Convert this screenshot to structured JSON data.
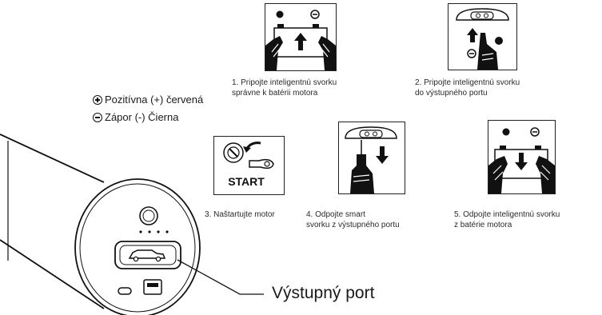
{
  "legend": {
    "positive": "Pozitívna (+) červená",
    "negative": "Zápor (-) Čierna"
  },
  "steps": [
    {
      "caption_line1": "1. Pripojte inteligentnú svorku",
      "caption_line2": "správne k batérii motora"
    },
    {
      "caption_line1": "2. Pripojte inteligentnú svorku",
      "caption_line2": "do výstupného portu"
    },
    {
      "caption_line1": "3. Naštartujte motor",
      "caption_line2": ""
    },
    {
      "caption_line1": "4. Odpojte smart",
      "caption_line2": "svorku z výstupného portu"
    },
    {
      "caption_line1": "5. Odpojte inteligentnú svorku",
      "caption_line2": "z batérie motora"
    }
  ],
  "start_label": "START",
  "output_port_label": "Výstupný port"
}
